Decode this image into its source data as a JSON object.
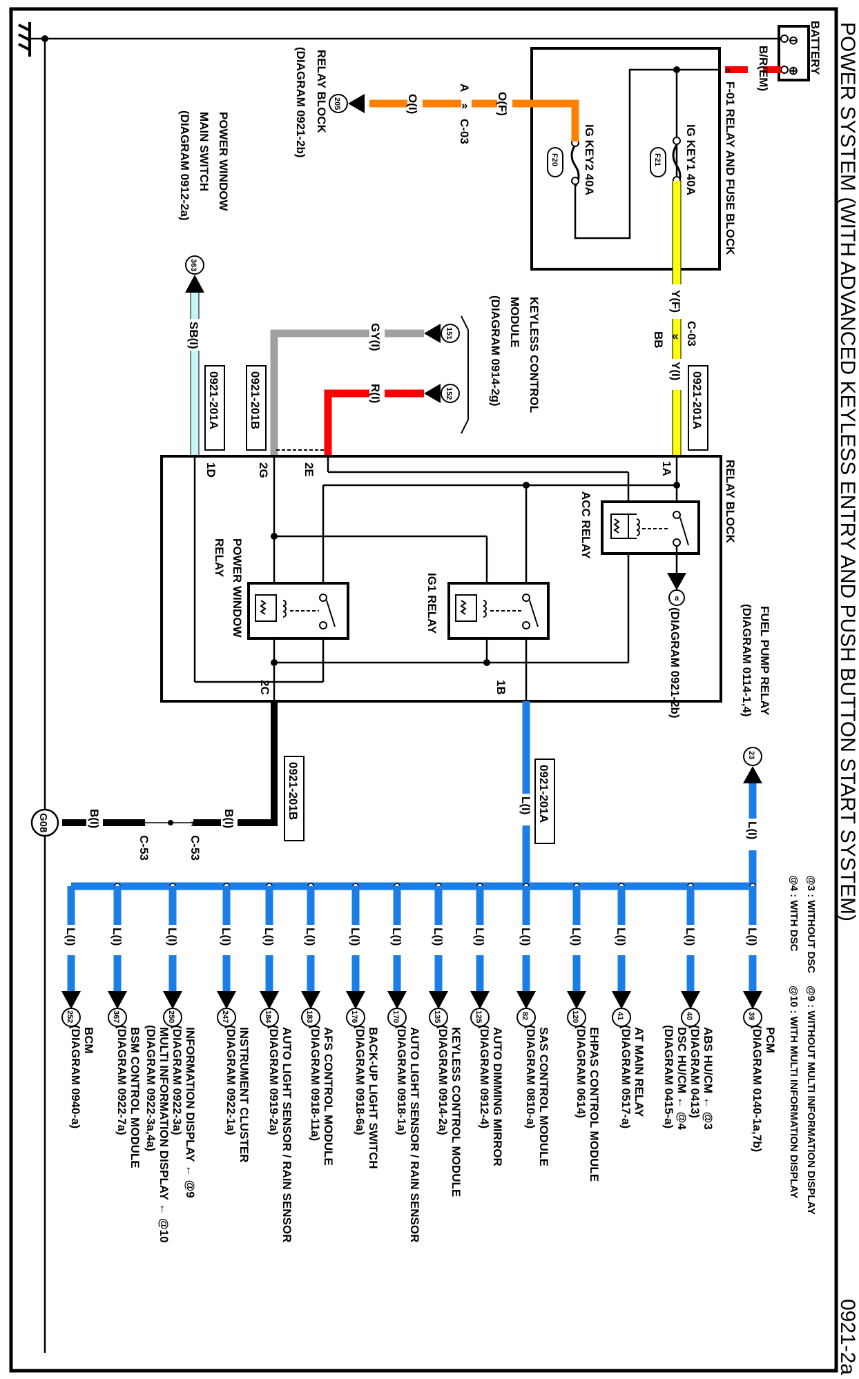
{
  "diagram": {
    "title": "POWER SYSTEM (WITH ADVANCED KEYLESS ENTRY AND PUSH BUTTON START SYSTEM)",
    "page_id": "0921-2a",
    "notes": [
      "@3 : WITHOUT DSC",
      "@4 : WITH DSC",
      "@9 : WITHOUT MULTI INFORMATION DISPLAY",
      "@10 : WITH MULTI INFORMATION DISPLAY"
    ],
    "battery": {
      "label": "BATTERY",
      "neg": "⊖",
      "pos": "⊕",
      "wire": "B/R(EM)"
    },
    "fuse_block": {
      "label": "F-01  RELAY AND FUSE BLOCK",
      "fuse1": {
        "name": "IG KEY1 40A",
        "id": "F21"
      },
      "fuse2": {
        "name": "IG KEY2 40A",
        "id": "F20"
      }
    },
    "orange_wire": {
      "wire_f": "O(F)",
      "wire_i": "O(I)",
      "pin": "A",
      "connector": "C-03",
      "dest_num": "205",
      "dest_label": "RELAY BLOCK",
      "dest_diagram": "(DIAGRAM  0921-2b)"
    },
    "yellow_wire": {
      "wire_f": "Y(F)",
      "wire_i": "Y(I)",
      "pin": "BB",
      "connector": "C-03",
      "ref": "0921-201A"
    },
    "keyless": {
      "label1": "KEYLESS CONTROL",
      "label2": "MODULE",
      "diagram": "(DIAGRAM  0914-2g)",
      "gy_num": "151",
      "gy_wire": "GY(I)",
      "r_num": "152",
      "r_wire": "R(I)",
      "ref": "0921-201B"
    },
    "pw_switch": {
      "label1": "POWER WINDOW",
      "label2": "MAIN SWITCH",
      "diagram": "(DIAGRAM  0912-2a)",
      "num": "363",
      "wire": "SB(I)",
      "ref": "0921-201A"
    },
    "relay_block": {
      "label": "RELAY BLOCK",
      "pins": {
        "1A": "1A",
        "1D": "1D",
        "2G": "2G",
        "2E": "2E",
        "2C": "2C",
        "1B": "1B"
      },
      "acc_relay": "ACC RELAY",
      "ig1_relay": "IG1 RELAY",
      "pw_relay1": "POWER WINDOW",
      "pw_relay2": "RELAY",
      "out_a_label": "a",
      "out_a_diagram": "(DIAGRAM  0921-2b)"
    },
    "ground": {
      "wire1": "B(I)",
      "wire2": "B(I)",
      "connector1": "C-53",
      "connector2": "C-53",
      "ref": "0921-201B",
      "ground_id": "G08"
    },
    "fuel_pump": {
      "label": "FUEL PUMP RELAY",
      "diagram": "(DIAGRAM  0114-1,4)",
      "num": "23",
      "wire": "L(I)"
    },
    "trunk": {
      "wire": "L(I)",
      "ref": "0921-201A"
    },
    "branches": [
      {
        "num": "39",
        "wire": "L(I)",
        "lines": [
          "PCM",
          "(DIAGRAM  0140-1a,7b)"
        ]
      },
      {
        "num": "40",
        "wire": "L(I)",
        "lines": [
          "ABS HU/CM ← @3",
          "(DIAGRAM  0413)",
          "DSC HU/CM ← @4",
          "(DIAGRAM  0415-a)"
        ]
      },
      {
        "num": "41",
        "wire": "L(I)",
        "lines": [
          "AT MAIN RELAY",
          "(DIAGRAM  0517-a)"
        ]
      },
      {
        "num": "120",
        "wire": "L(I)",
        "lines": [
          "EHPAS CONTROL MODULE",
          "(DIAGRAM  0614)"
        ]
      },
      {
        "num": "82",
        "wire": "L(I)",
        "lines": [
          "SAS CONTROL MODULE",
          "(DIAGRAM  0810-a)"
        ]
      },
      {
        "num": "125",
        "wire": "L(I)",
        "lines": [
          "AUTO DIMMING MIRROR",
          "(DIAGRAM  0912-4)"
        ]
      },
      {
        "num": "135",
        "wire": "L(I)",
        "lines": [
          "KEYLESS CONTROL MODULE",
          "(DIAGRAM  0914-2a)"
        ]
      },
      {
        "num": "170",
        "wire": "L(I)",
        "lines": [
          "AUTO LIGHT SENSOR / RAIN SENSOR",
          "(DIAGRAM  0918-1a)"
        ]
      },
      {
        "num": "176",
        "wire": "L(I)",
        "lines": [
          "BACK-UP LIGHT SWITCH",
          "(DIAGRAM  0918-6a)"
        ]
      },
      {
        "num": "183",
        "wire": "L(I)",
        "lines": [
          "AFS CONTROL MODULE",
          "(DIAGRAM  0918-11a)"
        ]
      },
      {
        "num": "184",
        "wire": "L(I)",
        "lines": [
          "AUTO LIGHT SENSOR / RAIN SENSOR",
          "(DIAGRAM  0919-2a)"
        ]
      },
      {
        "num": "247",
        "wire": "L(I)",
        "lines": [
          "INSTRUMENT CLUSTER",
          "(DIAGRAM  0922-1a)"
        ]
      },
      {
        "num": "250",
        "wire": "L(I)",
        "lines": [
          "INFORMATION DISPLAY ← @9",
          "(DIAGRAM  0922-3a)",
          "MULTI INFORMATION DISPLAY ← @10",
          "(DIAGRAM  0922-3a,4a)"
        ]
      },
      {
        "num": "367",
        "wire": "L(I)",
        "lines": [
          "BSM CONTROL MODULE",
          "(DIAGRAM  0922-7a)"
        ]
      },
      {
        "num": "252",
        "wire": "L(I)",
        "lines": [
          "BCM",
          "(DIAGRAM  0940-a)"
        ]
      }
    ],
    "colors": {
      "orange": "#ff7f00",
      "yellow": "#ffff00",
      "red": "#ff0000",
      "gray": "#a0a0a0",
      "sky_blue": "#c8f4f8",
      "blue": "#1a7ee6",
      "black": "#000000"
    }
  }
}
